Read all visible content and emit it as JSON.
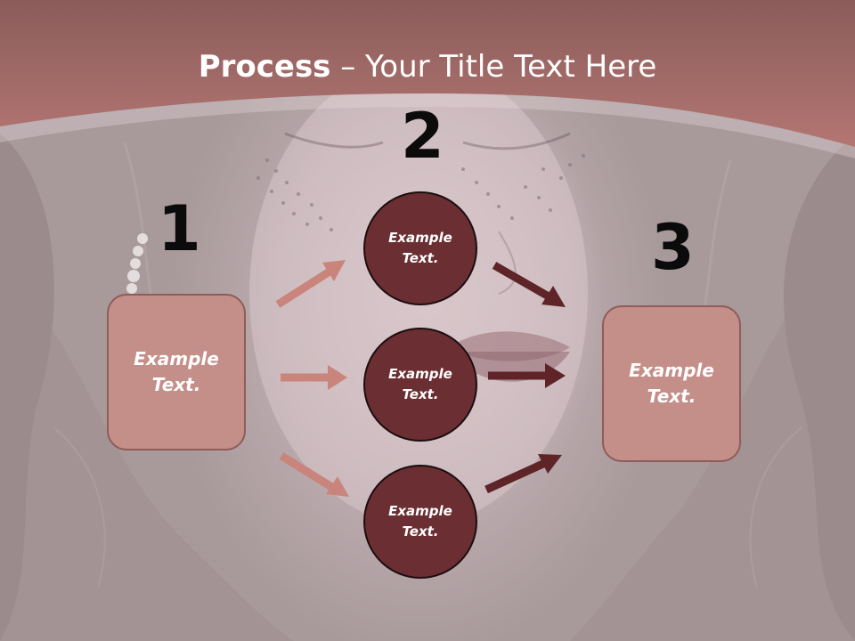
{
  "slide": {
    "title_bold": "Process",
    "title_rest": " – Your Title Text Here"
  },
  "steps": {
    "step1": {
      "number": "1",
      "text": "Example\nText."
    },
    "step2": {
      "number": "2",
      "items": [
        {
          "text": "Example\nText."
        },
        {
          "text": "Example\nText."
        },
        {
          "text": "Example\nText."
        }
      ]
    },
    "step3": {
      "number": "3",
      "text": "Example\nText."
    }
  },
  "colors": {
    "header": "#a86a67",
    "box_fill": "#c48f88",
    "circle_fill": "#6b2e32",
    "light_arrow": "#c9847b",
    "dark_arrow": "#5e2428"
  }
}
